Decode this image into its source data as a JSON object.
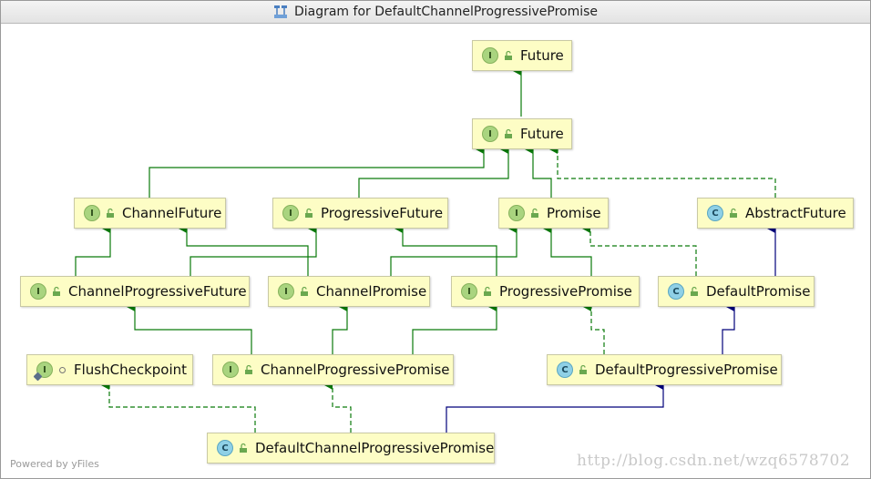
{
  "window": {
    "title": "Diagram for DefaultChannelProgressivePromise"
  },
  "footer": {
    "powered_by": "Powered by yFiles",
    "watermark": "http://blog.csdn.net/wzq6578702"
  },
  "colors": {
    "node_fill": "#fdfdc5",
    "extends_edge": "#0a7a0a",
    "class_extends_edge": "#00007a"
  },
  "nodes": {
    "future_top": {
      "label": "Future",
      "kind": "interface"
    },
    "future": {
      "label": "Future",
      "kind": "interface"
    },
    "channel_future": {
      "label": "ChannelFuture",
      "kind": "interface"
    },
    "progressive_future": {
      "label": "ProgressiveFuture",
      "kind": "interface"
    },
    "promise": {
      "label": "Promise",
      "kind": "interface"
    },
    "abstract_future": {
      "label": "AbstractFuture",
      "kind": "abstract-class"
    },
    "channel_progressive_future": {
      "label": "ChannelProgressiveFuture",
      "kind": "interface"
    },
    "channel_promise": {
      "label": "ChannelPromise",
      "kind": "interface"
    },
    "progressive_promise": {
      "label": "ProgressivePromise",
      "kind": "interface"
    },
    "default_promise": {
      "label": "DefaultPromise",
      "kind": "class"
    },
    "flush_checkpoint": {
      "label": "FlushCheckpoint",
      "kind": "interface"
    },
    "channel_progressive_promise": {
      "label": "ChannelProgressivePromise",
      "kind": "interface"
    },
    "default_progressive_promise": {
      "label": "DefaultProgressivePromise",
      "kind": "class"
    },
    "default_channel_progressive_promise": {
      "label": "DefaultChannelProgressivePromise",
      "kind": "class"
    }
  }
}
